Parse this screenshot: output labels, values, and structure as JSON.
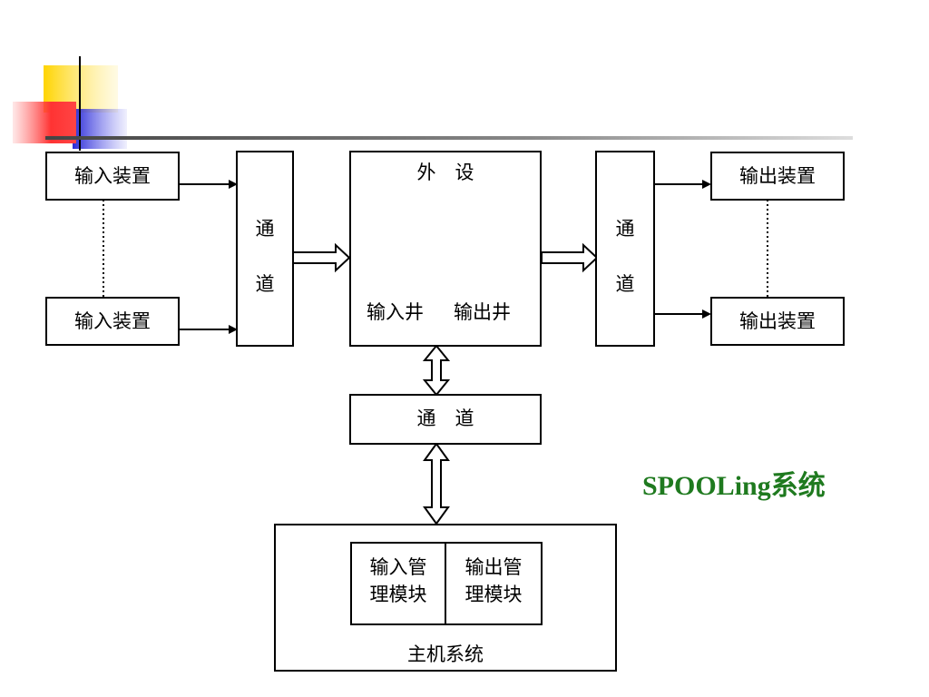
{
  "slide": {
    "title": "SPOOLing系统",
    "title_color": "#1f7a1f"
  },
  "diagram": {
    "input_devices": [
      "输入装置",
      "输入装置"
    ],
    "output_devices": [
      "输出装置",
      "输出装置"
    ],
    "left_channel": [
      "通",
      "道"
    ],
    "right_channel": [
      "通",
      "道"
    ],
    "peripheral": {
      "title": "外　设",
      "input_well": "输入井",
      "output_well": "输出井"
    },
    "mid_channel": "通　道",
    "host": {
      "label": "主机系统",
      "input_module": [
        "输入管",
        "理模块"
      ],
      "output_module": [
        "输出管",
        "理模块"
      ]
    }
  }
}
